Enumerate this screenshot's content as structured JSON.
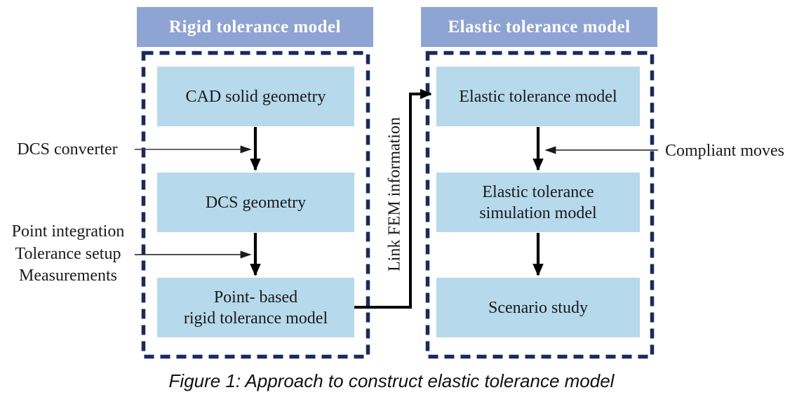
{
  "figure": {
    "caption": "Figure 1: Approach to construct elastic tolerance model",
    "colors": {
      "panel_header_bg": "#8EA4D2",
      "panel_header_text": "#FFFFFF",
      "flow_box_bg": "#B6D9EB",
      "dashed_border": "#1A2A5C",
      "arrow_color": "#000000",
      "text_color": "#1A1A1A"
    },
    "left_panel": {
      "header": "Rigid tolerance model",
      "boxes": [
        {
          "label": "CAD solid geometry"
        },
        {
          "label": "DCS geometry"
        },
        {
          "label": "Point- based\nrigid tolerance model"
        }
      ]
    },
    "right_panel": {
      "header": "Elastic tolerance model",
      "boxes": [
        {
          "label": "Elastic tolerance model"
        },
        {
          "label": "Elastic tolerance\nsimulation model"
        },
        {
          "label": "Scenario study"
        }
      ]
    },
    "annotations": {
      "dcs_converter": "DCS converter",
      "rigid_inputs": "Point integration\nTolerance setup\nMeasurements",
      "compliant_moves": "Compliant moves",
      "link_fem": "Link FEM information"
    }
  }
}
